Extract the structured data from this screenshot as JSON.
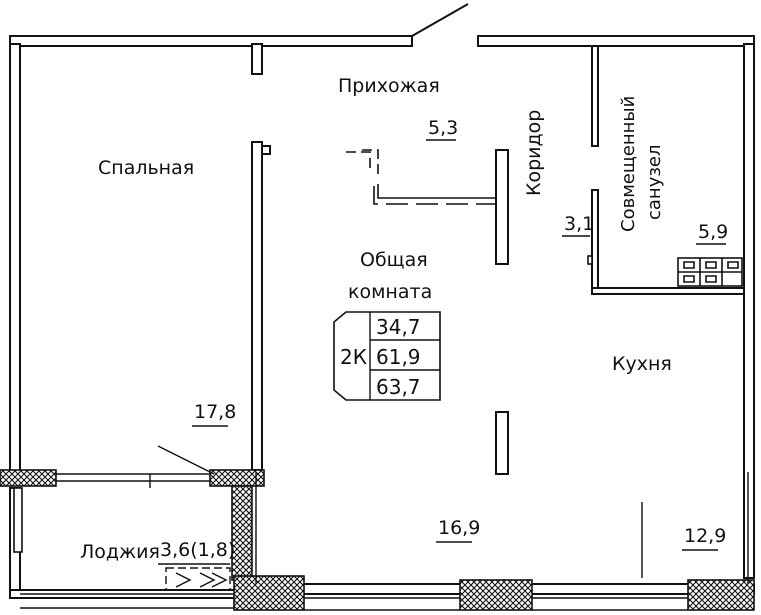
{
  "plan": {
    "rooms": {
      "hallway": {
        "label": "Прихожая",
        "area": "5,3"
      },
      "corridor": {
        "label": "Коридор",
        "area": "3,1"
      },
      "bathroom": {
        "label_line1": "Совмещенный",
        "label_line2": "санузел",
        "area": "5,9"
      },
      "bedroom": {
        "label": "Спальная",
        "area": "17,8"
      },
      "living": {
        "label_line1": "Общая",
        "label_line2": "комната",
        "area": "16,9"
      },
      "kitchen": {
        "label": "Кухня",
        "area": "12,9"
      },
      "loggia": {
        "label": "Лоджия",
        "area": "3,6(1,8)"
      }
    },
    "summary": {
      "type": "2К",
      "living_area": "34,7",
      "total_area": "61,9",
      "total_with_loggia": "63,7"
    },
    "colors": {
      "wall": "#111111",
      "fill": "#ffffff"
    }
  }
}
